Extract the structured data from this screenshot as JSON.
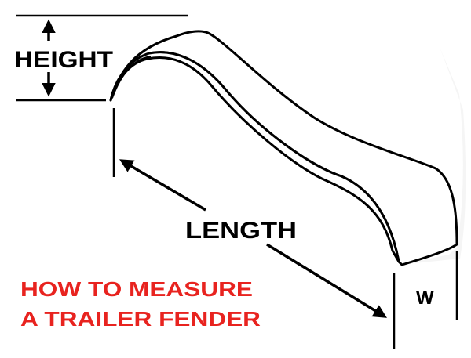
{
  "labels": {
    "height": "HEIGHT",
    "length": "LENGTH",
    "width": "W"
  },
  "title": {
    "line1": "HOW TO MEASURE",
    "line2": "A TRAILER FENDER"
  },
  "colors": {
    "title": "#e8231f",
    "ink": "#000000",
    "fender_face": "#ffffff",
    "shadow": "#f5f5f5"
  }
}
